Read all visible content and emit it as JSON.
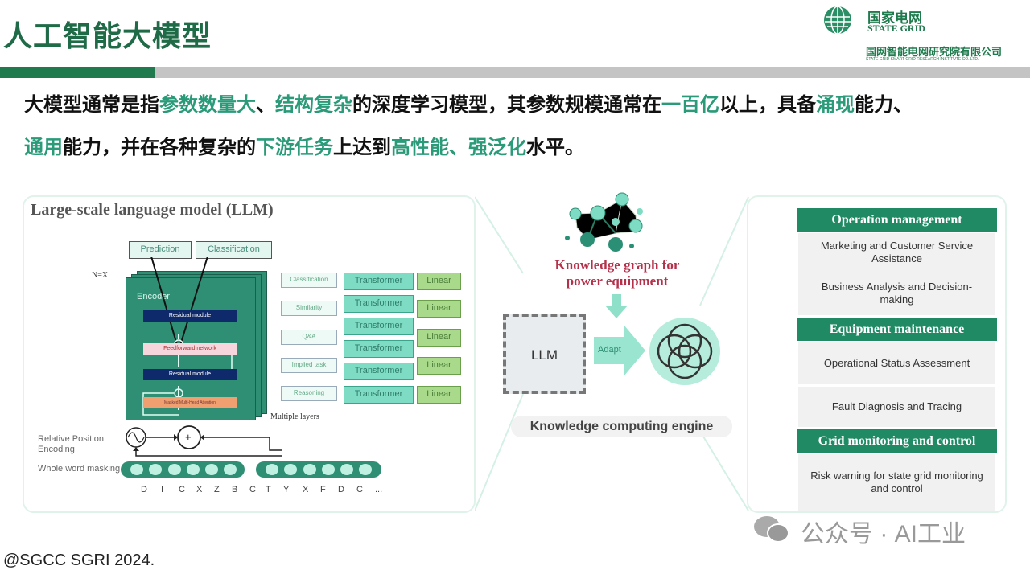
{
  "slide": {
    "title": "人工智能大模型",
    "logo": {
      "cn": "国家电网",
      "en": "STATE GRID",
      "org_cn": "国网智能电网研究院有限公司",
      "org_en": "STATE GRID SMART GRID RESEARCH INSTITUTE CO.,LTD."
    },
    "body": {
      "line1": [
        {
          "t": "大模型通常是指",
          "h": false
        },
        {
          "t": "参数数量大",
          "h": true
        },
        {
          "t": "、",
          "h": false
        },
        {
          "t": "结构复杂",
          "h": true
        },
        {
          "t": "的深度学习模型，其参数规模通常在",
          "h": false
        },
        {
          "t": "一百亿",
          "h": true
        },
        {
          "t": "以上，具备",
          "h": false
        },
        {
          "t": "涌现",
          "h": true
        },
        {
          "t": "能力、",
          "h": false
        }
      ],
      "line2": [
        {
          "t": "通用",
          "h": true
        },
        {
          "t": "能力，并在各种复杂的",
          "h": false
        },
        {
          "t": "下游任务",
          "h": true
        },
        {
          "t": "上达到",
          "h": false
        },
        {
          "t": "高性能、强泛化",
          "h": true
        },
        {
          "t": "水平。",
          "h": false
        }
      ]
    },
    "footer": "@SGCC SGRI 2024.",
    "watermark": "公众号 · AI工业",
    "colors": {
      "green": "#1f7a4d",
      "highlight": "#2a9a78",
      "kg_red": "#b5304a"
    }
  },
  "llm": {
    "title": "Large-scale language model (LLM)",
    "outputs": [
      "Prediction",
      "Classification"
    ],
    "nx": "N=X",
    "encoder": "Encoder",
    "modules": [
      "Residual module",
      "Feedforward network",
      "Residual module",
      "Masked Multi-Head Attention"
    ],
    "multiple_layers": "Multiple layers",
    "tasks": [
      "Classification",
      "Similarity",
      "Q&A",
      "Implied task",
      "Reasoning"
    ],
    "transformers": [
      "Transformer",
      "Transformer",
      "Transformer",
      "Transformer",
      "Transformer",
      "Transformer"
    ],
    "linears": [
      "Linear",
      "Linear",
      "Linear",
      "Linear",
      "Linear"
    ],
    "rpe": "Relative Position Encoding",
    "wwm": "Whole word masking",
    "plus": "+",
    "tokens": [
      "D",
      "I",
      "C",
      "X",
      "Z",
      "B",
      "C",
      "T",
      "Y",
      "X",
      "F",
      "D",
      "C",
      "..."
    ]
  },
  "engine": {
    "kg_title": "Knowledge graph for power equipment",
    "chip": "LLM",
    "adapt": "Adapt",
    "caption": "Knowledge computing engine"
  },
  "applications": [
    {
      "header": "Operation management",
      "items": [
        "Marketing and Customer Service Assistance",
        "Business Analysis and Decision-making"
      ]
    },
    {
      "header": "Equipment maintenance",
      "items": [
        "Operational Status Assessment",
        "Fault Diagnosis and Tracing"
      ]
    },
    {
      "header": "Grid monitoring and control",
      "items": [
        "Risk warning for state grid monitoring and control"
      ]
    }
  ]
}
